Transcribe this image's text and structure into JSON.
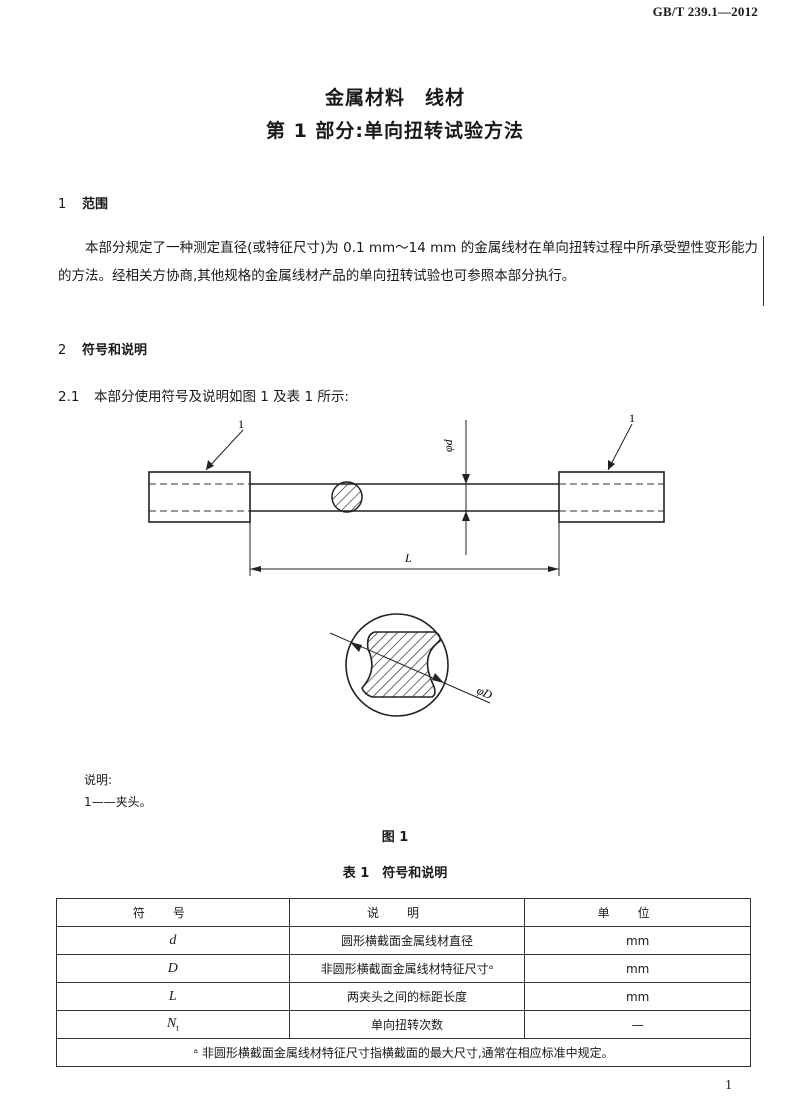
{
  "header": {
    "standard_code": "GB/T 239.1—2012"
  },
  "title": {
    "line1": "金属材料　线材",
    "line2": "第 1 部分:单向扭转试验方法"
  },
  "sections": [
    {
      "number": "1",
      "title": "范围",
      "paragraph": "本部分规定了一种测定直径(或特征尺寸)为 0.1 mm～14 mm 的金属线材在单向扭转过程中所承受塑性变形能力的方法。经相关方协商,其他规格的金属线材产品的单向扭转试验也可参照本部分执行。"
    },
    {
      "number": "2",
      "title": "符号和说明"
    }
  ],
  "clause_2_1": {
    "number": "2.1",
    "text": "本部分使用符号及说明如图 1 及表 1 所示:"
  },
  "figure": {
    "callout_left": "1",
    "callout_right": "1",
    "dim_d": "φd",
    "dim_L": "L",
    "dim_D": "φD",
    "legend_title": "说明:",
    "legend_item": "1——夹头。",
    "label": "图 1"
  },
  "table": {
    "caption": "表 1　符号和说明",
    "headers": [
      "符号",
      "说明",
      "单位"
    ],
    "rows": [
      {
        "symbol": "d",
        "symbol_sub": "",
        "description": "圆形横截面金属线材直径",
        "unit": "mm"
      },
      {
        "symbol": "D",
        "symbol_sub": "",
        "description": "非圆形横截面金属线材特征尺寸ᵃ",
        "unit": "mm"
      },
      {
        "symbol": "L",
        "symbol_sub": "",
        "description": "两夹头之间的标距长度",
        "unit": "mm"
      },
      {
        "symbol": "N",
        "symbol_sub": "t",
        "description": "单向扭转次数",
        "unit": "—"
      }
    ],
    "footnote": "ᵃ  非圆形横截面金属线材特征尺寸指横截面的最大尺寸,通常在相应标准中规定。"
  },
  "page_number": "1"
}
